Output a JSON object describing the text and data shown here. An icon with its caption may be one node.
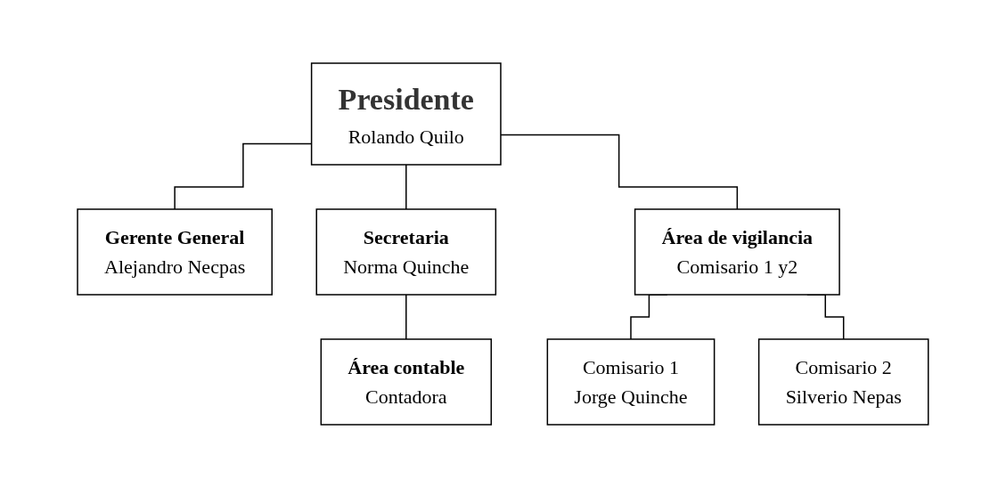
{
  "diagram": {
    "nodes": [
      {
        "text": [
          "Presidente",
          "Rolando Quilo"
        ]
      },
      {
        "text": [
          "Gerente General",
          "Alejandro Necpas"
        ]
      },
      {
        "text": [
          "Secretaria",
          "Norma Quinche"
        ]
      },
      {
        "text": [
          "Área de vigilancia",
          "Comisario 1 y2"
        ]
      },
      {
        "text": [
          "Comisario 1",
          "Jorge Quinche"
        ]
      },
      {
        "text": [
          "Comisario 2",
          "Silverio Nepas"
        ]
      },
      {
        "text": [
          "Área contable",
          "Contadora"
        ]
      }
    ],
    "edges": [
      {
        "from": 0,
        "to": 1,
        "arrow": "none"
      },
      {
        "from": 0,
        "to": 2,
        "arrow": "none"
      },
      {
        "from": 0,
        "to": 3,
        "arrow": "none"
      },
      {
        "from": 2,
        "to": 6,
        "arrow": "none"
      },
      {
        "from": 3,
        "to": 4,
        "arrow": "none"
      },
      {
        "from": 3,
        "to": 5,
        "arrow": "none"
      }
    ]
  }
}
